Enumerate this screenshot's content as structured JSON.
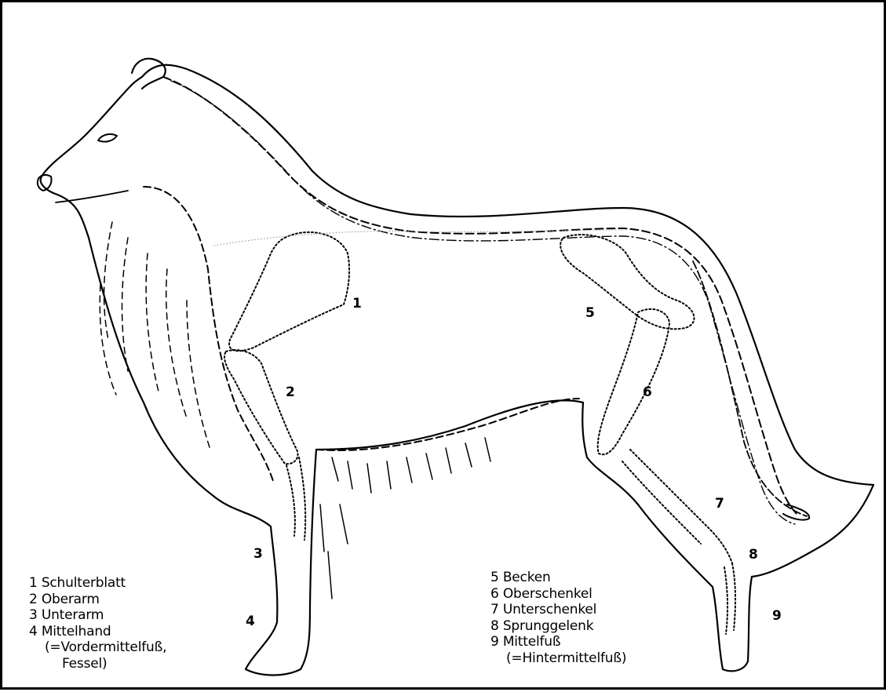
{
  "markers": {
    "m1": "1",
    "m2": "2",
    "m3": "3",
    "m4": "4",
    "m5": "5",
    "m6": "6",
    "m7": "7",
    "m8": "8",
    "m9": "9"
  },
  "legend_left": [
    "1 Schulterblatt",
    "2 Oberarm",
    "3 Unterarm",
    "4 Mittelhand",
    "(=Vordermittelfuß,",
    "Fessel)"
  ],
  "legend_right": [
    "5 Becken",
    "6 Oberschenkel",
    "7 Unterschenkel",
    "8 Sprunggelenk",
    "9 Mittelfuß",
    "(=Hintermittelfuß)"
  ]
}
